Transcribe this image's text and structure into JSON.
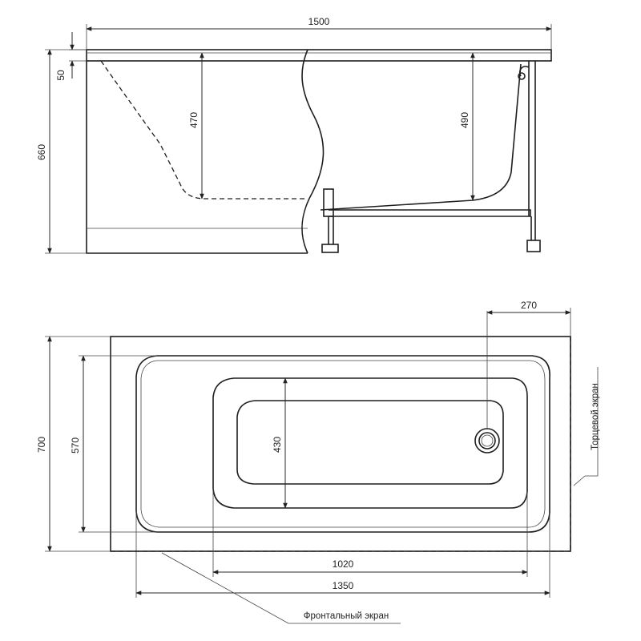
{
  "side_view": {
    "dim_length": "1500",
    "dim_rim": "50",
    "dim_height": "660",
    "dim_depth_470": "470",
    "dim_depth_490": "490"
  },
  "top_view": {
    "dim_drain": "270",
    "dim_width": "700",
    "dim_inner_width": "570",
    "dim_bottom_width": "430",
    "dim_bottom_length": "1020",
    "dim_inner_length": "1350",
    "end_panel_label": "Торцевой экран",
    "front_panel_label": "Фронтальный экран"
  }
}
